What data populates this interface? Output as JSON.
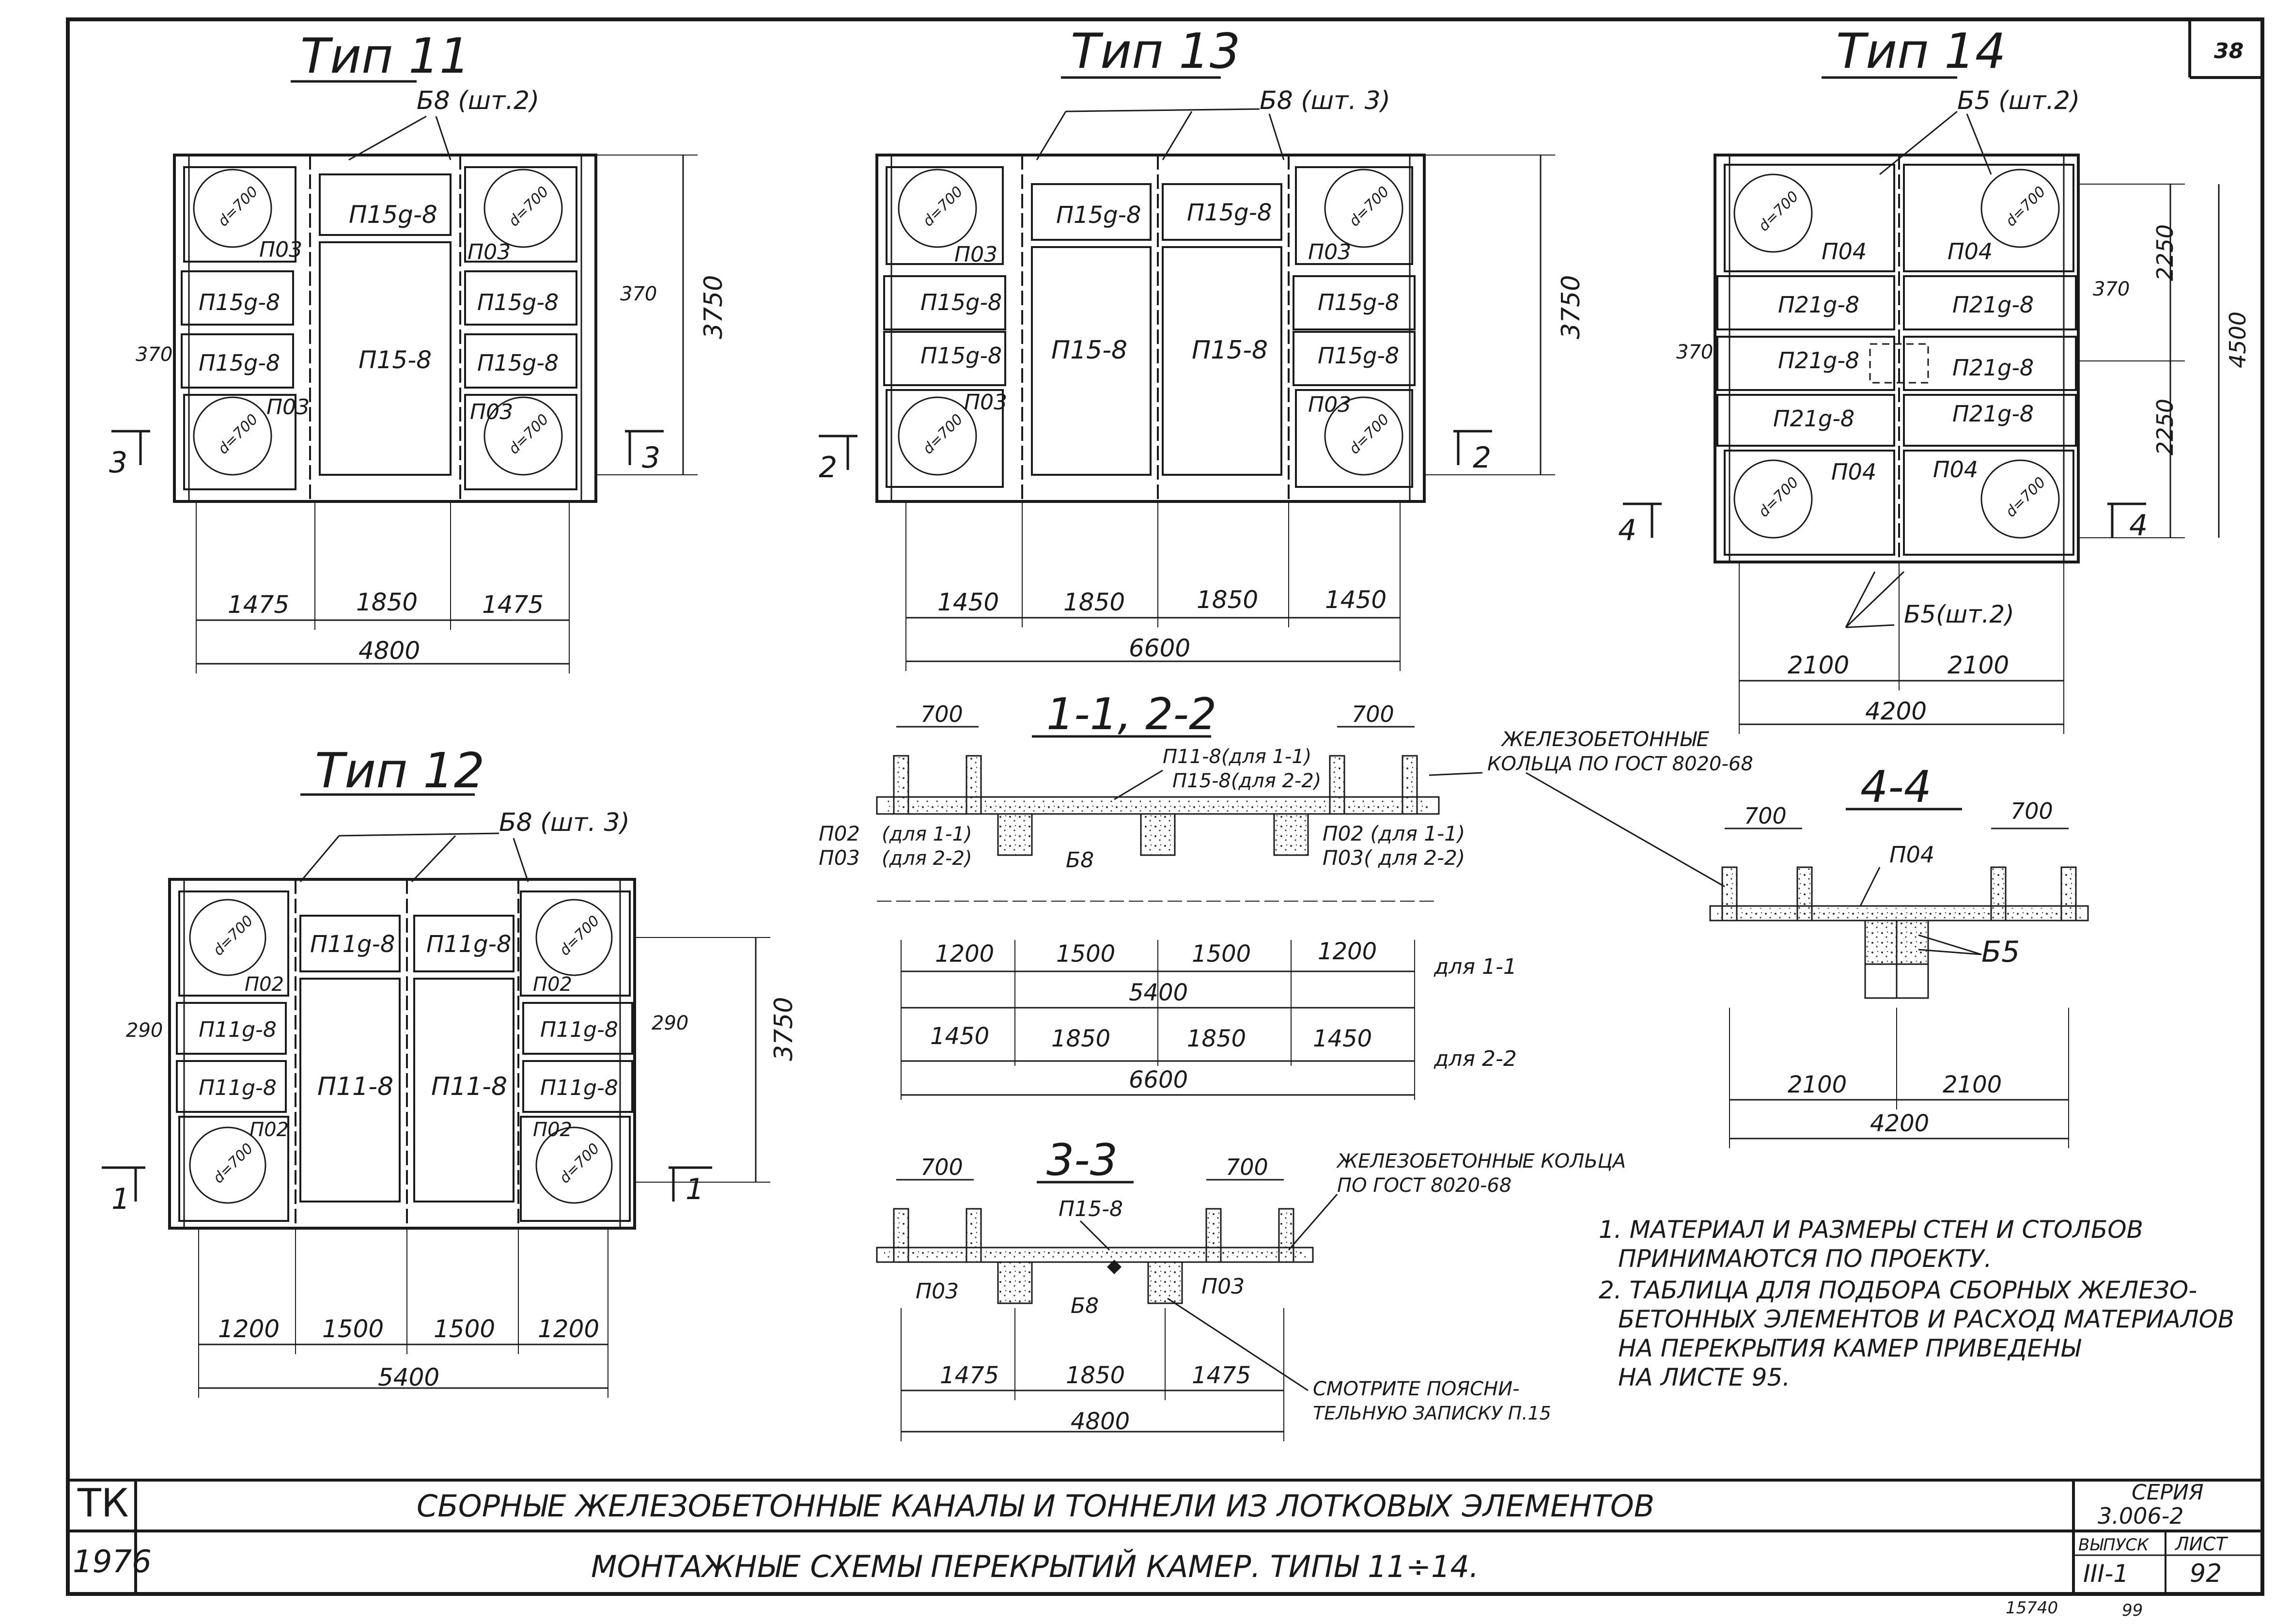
{
  "sheet": {
    "corner_number": "38",
    "bottom_left_code": "15740",
    "bottom_right_code": "99"
  },
  "type11": {
    "title": "Тип 11",
    "beam_note": "Б8 (шт.2)",
    "slab_center": "П15-8",
    "slab_top": "П15g-8",
    "slab_side_a": "П15g-8",
    "slab_side_b": "П15g-8",
    "slab_side_c": "П15g-8",
    "slab_side_d": "П15g-8",
    "corner_tl": "П03",
    "corner_tr": "П03",
    "corner_bl": "П03",
    "corner_br": "П03",
    "ring": "d=700",
    "dim_left": "370",
    "dim_right": "370",
    "dim_height": "3750",
    "dim_bottom": [
      "1475",
      "1850",
      "1475"
    ],
    "dim_total": "4800",
    "section_left": "3",
    "section_right": "3"
  },
  "type13": {
    "title": "Тип 13",
    "beam_note": "Б8 (шт. 3)",
    "slab_center_a": "П15-8",
    "slab_center_b": "П15-8",
    "slab_top_a": "П15g-8",
    "slab_top_b": "П15g-8",
    "slab_side_a": "П15g-8",
    "slab_side_b": "П15g-8",
    "slab_side_c": "П15g-8",
    "slab_side_d": "П15g-8",
    "corner_tl": "П03",
    "corner_tr": "П03",
    "corner_bl": "П03",
    "corner_br": "П03",
    "ring": "d=700",
    "dim_height": "3750",
    "dim_bottom": [
      "1450",
      "1850",
      "1850",
      "1450"
    ],
    "dim_total": "6600",
    "section_left": "2",
    "section_right": "2"
  },
  "type14": {
    "title": "Тип 14",
    "beam_note_top": "Б5 (шт.2)",
    "beam_note_bottom": "Б5(шт.2)",
    "slab_rows": [
      "П21g-8",
      "П21g-8",
      "П21g-8",
      "П21g-8",
      "П21g-8",
      "П21g-8"
    ],
    "corner_tl": "П04",
    "corner_tr": "П04",
    "corner_bl": "П04",
    "corner_br": "П04",
    "ring": "d=700",
    "dim_left": "370",
    "dim_right": "370",
    "dim_h1": "2250",
    "dim_h2": "2250",
    "dim_height": "4500",
    "dim_bottom": [
      "2100",
      "2100"
    ],
    "dim_total": "4200",
    "section_left": "4",
    "section_right": "4"
  },
  "type12": {
    "title": "Тип 12",
    "beam_note": "Б8 (шт. 3)",
    "slab_center_a": "П11-8",
    "slab_center_b": "П11-8",
    "slab_top_a": "П11g-8",
    "slab_top_b": "П11g-8",
    "slab_side_a": "П11g-8",
    "slab_side_b": "П11g-8",
    "slab_side_c": "П11g-8",
    "slab_side_d": "П11g-8",
    "corner_tl": "П02",
    "corner_tr": "П02",
    "corner_bl": "П02",
    "corner_br": "П02",
    "ring": "d=700",
    "dim_left": "290",
    "dim_right": "290",
    "dim_height": "3750",
    "dim_bottom": [
      "1200",
      "1500",
      "1500",
      "1200"
    ],
    "dim_total": "5400",
    "section_left": "1",
    "section_right": "1"
  },
  "section11": {
    "title": "1-1, 2-2",
    "ring_width_left": "700",
    "ring_width_right": "700",
    "slab_label_1": "П11-8(для 1-1)",
    "slab_label_2": "П15-8(для 2-2)",
    "left_label_1": "П02",
    "left_label_1b": "(для 1-1)",
    "left_label_2": "П03",
    "left_label_2b": "(для 2-2)",
    "right_label_1": "П02 (для 1-1)",
    "right_label_2": "П03( для 2-2)",
    "beam_label": "Б8",
    "rings_note": "ЖЕЛЕЗОБЕТОННЫЕ",
    "rings_note_2": "КОЛЬЦА ПО ГОСТ 8020-68",
    "dims_a": [
      "1200",
      "1500",
      "1500",
      "1200"
    ],
    "total_a": "5400",
    "for_a": "для 1-1",
    "dims_b": [
      "1450",
      "1850",
      "1850",
      "1450"
    ],
    "total_b": "6600",
    "for_b": "для 2-2"
  },
  "section44": {
    "title": "4-4",
    "ring_width_left": "700",
    "ring_width_right": "700",
    "slab_label": "П04",
    "beam_label": "Б5",
    "dims": [
      "2100",
      "2100"
    ],
    "total": "4200"
  },
  "section33": {
    "title": "3-3",
    "ring_width_left": "700",
    "ring_width_right": "700",
    "slab_label": "П15-8",
    "left_label": "П03",
    "right_label": "П03",
    "beam_label": "Б8",
    "rings_note_1": "ЖЕЛЕЗОБЕТОННЫЕ КОЛЬЦА",
    "rings_note_2": "ПО ГОСТ 8020-68",
    "see_note_1": "СМОТРИТЕ ПОЯСНИ-",
    "see_note_2": "ТЕЛЬНУЮ ЗАПИСКУ П.15",
    "dims": [
      "1475",
      "1850",
      "1475"
    ],
    "total": "4800"
  },
  "notes": {
    "line1": "1. МАТЕРИАЛ И РАЗМЕРЫ СТЕН И СТОЛБОВ",
    "line2": "ПРИНИМАЮТСЯ ПО ПРОЕКТУ.",
    "line3": "2. ТАБЛИЦА ДЛЯ ПОДБОРА СБОРНЫХ ЖЕЛЕЗО-",
    "line4": "БЕТОННЫХ ЭЛЕМЕНТОВ И РАСХОД МАТЕРИАЛОВ",
    "line5": "НА ПЕРЕКРЫТИЯ КАМЕР ПРИВЕДЕНЫ",
    "line6": "НА ЛИСТЕ 95."
  },
  "title_block": {
    "org": "ТК",
    "year": "1976",
    "title_1": "СБОРНЫЕ ЖЕЛЕЗОБЕТОННЫЕ КАНАЛЫ И ТОННЕЛИ ИЗ ЛОТКОВЫХ ЭЛЕМЕНТОВ",
    "title_2": "МОНТАЖНЫЕ СХЕМЫ ПЕРЕКРЫТИЙ КАМЕР. ТИПЫ 11÷14.",
    "series_label": "СЕРИЯ",
    "series_value": "3.006-2",
    "issue_label": "ВЫПУСК",
    "issue_value": "III-1",
    "sheet_label": "ЛИСТ",
    "sheet_value": "92"
  }
}
